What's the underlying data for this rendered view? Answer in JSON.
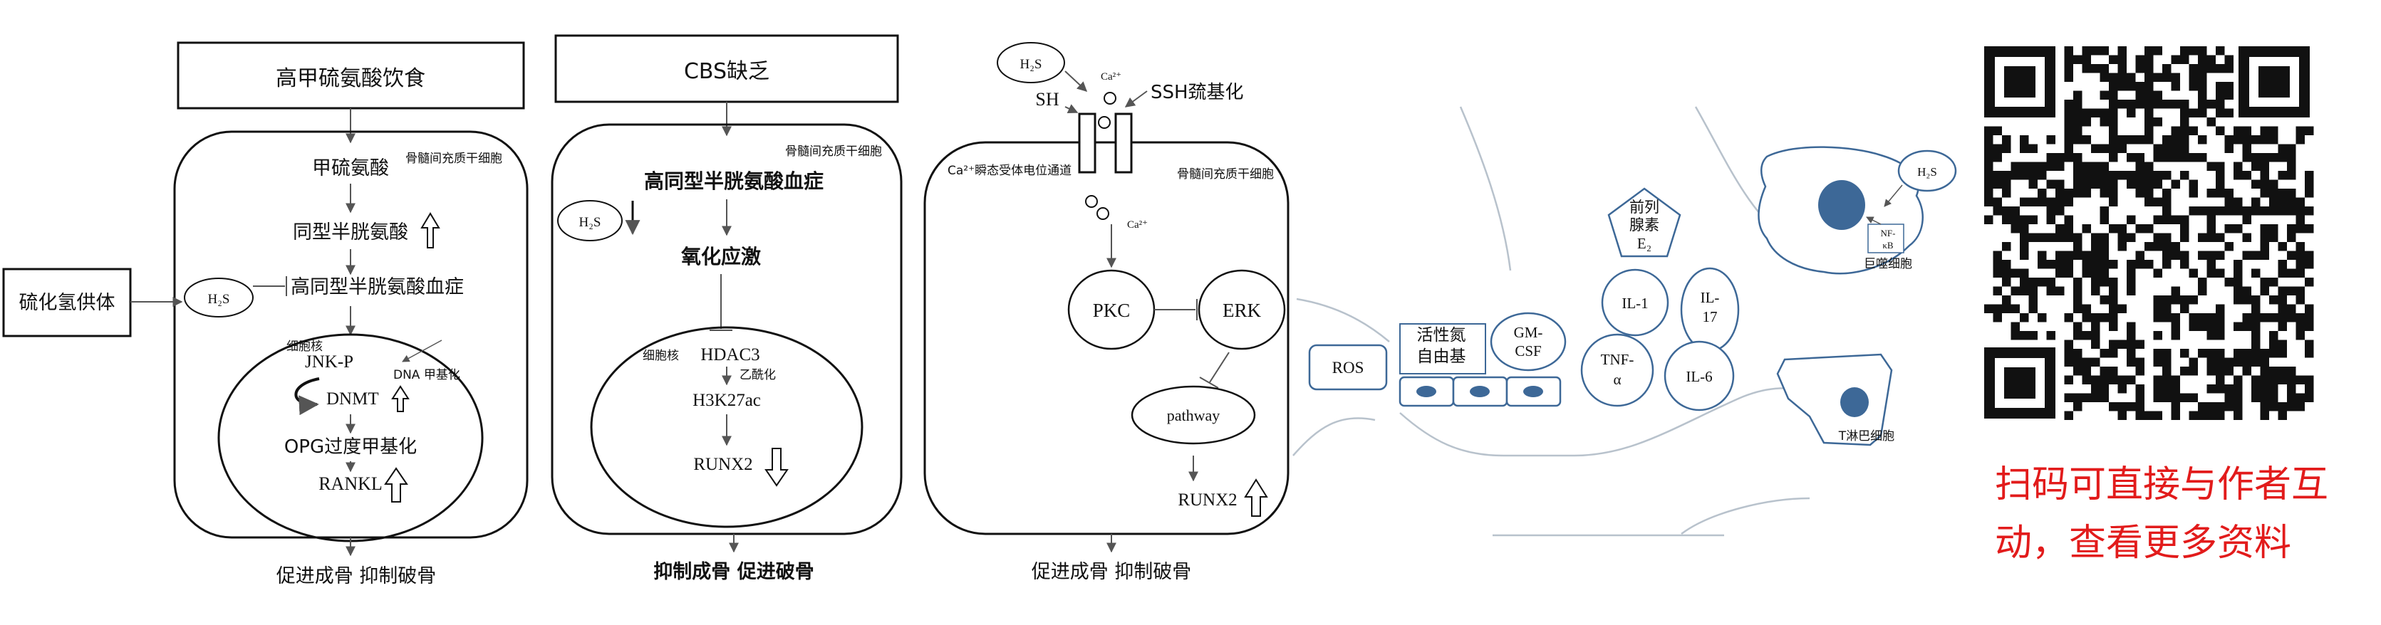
{
  "panel1": {
    "title": "高甲硫氨酸饮食",
    "cell_label": "骨髓间充质干细胞",
    "methionine": "甲硫氨酸",
    "homocysteine": "同型半胱氨酸",
    "hyperhcy": "高同型半胱氨酸血症",
    "donor": "硫化氢供体",
    "h2s": "H₂S",
    "nucleus": "细胞核",
    "jnk": "JNK-P",
    "dna_methylation": "DNA 甲基化",
    "dnmt": "DNMT",
    "opg": "OPG过度甲基化",
    "rankl": "RANKL",
    "result": "促进成骨 抑制破骨"
  },
  "panel2": {
    "title": "CBS缺乏",
    "cell_label": "骨髓间充质干细胞",
    "hyperhcy": "高同型半胱氨酸血症",
    "h2s": "H₂S",
    "oxidative": "氧化应激",
    "nucleus": "细胞核",
    "hdac3": "HDAC3",
    "acetylation": "乙酰化",
    "h3k27ac": "H3K27ac",
    "runx2": "RUNX2",
    "result": "抑制成骨 促进破骨"
  },
  "panel3": {
    "h2s": "H₂S",
    "ca_top": "Ca²⁺",
    "sh": "SH",
    "ssh": "SSH巯基化",
    "channel": "Ca²⁺瞬态受体电位通道",
    "cell_label": "骨髓间充质干细胞",
    "ca_inner": "Ca²⁺",
    "pkc": "PKC",
    "erk": "ERK",
    "pathway": "pathway",
    "runx2": "RUNX2",
    "result": "促进成骨 抑制破骨"
  },
  "panel4": {
    "ros": "ROS",
    "reactive_n1": "活性氮",
    "reactive_n2": "自由基",
    "gmcsf1": "GM-",
    "gmcsf2": "CSF",
    "pros1": "前列",
    "pros2": "腺素",
    "pros3": "E₂",
    "il1": "IL-1",
    "il17a": "IL-",
    "il17b": "17",
    "tnf1": "TNF-",
    "tnf2": "α",
    "il6": "IL-6",
    "h2s": "H₂S",
    "nfkb1": "NF-",
    "nfkb2": "κB",
    "macrophage": "巨噬细胞",
    "tcell": "T淋巴细胞"
  },
  "cta": {
    "line1": "扫码可直接与作者互",
    "line2": "动，查看更多资料"
  },
  "colors": {
    "accent_red": "#e21b1b",
    "cell_blue": "#3d6897",
    "line_blue": "#5b7fa8"
  }
}
